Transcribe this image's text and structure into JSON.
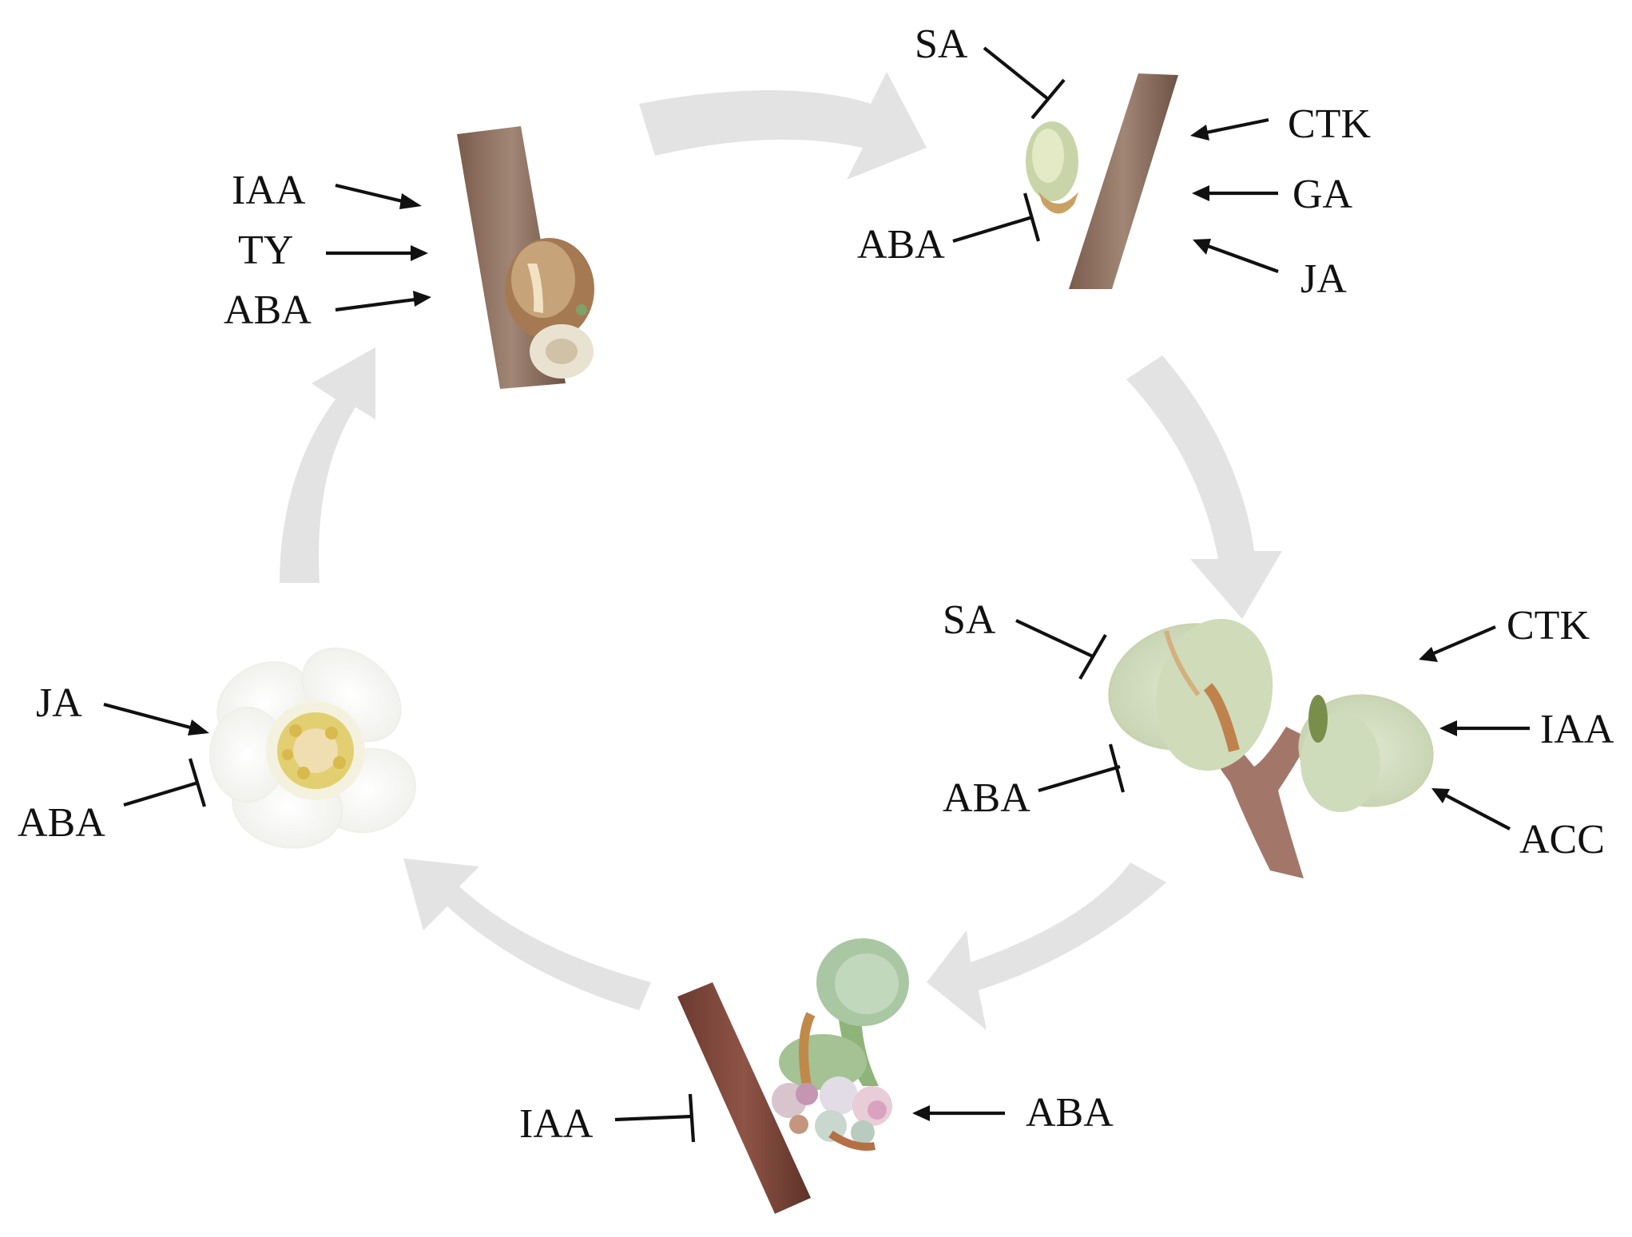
{
  "stages": [
    {
      "id": "dormant-bud",
      "image": "dormant-bud-photo",
      "regulators": [
        {
          "label": "IAA",
          "effect": "promote"
        },
        {
          "label": "TY",
          "effect": "promote"
        },
        {
          "label": "ABA",
          "effect": "promote"
        }
      ]
    },
    {
      "id": "swelling-bud",
      "image": "swelling-bud-photo",
      "regulators": [
        {
          "label": "SA",
          "effect": "inhibit"
        },
        {
          "label": "ABA",
          "effect": "inhibit"
        },
        {
          "label": "CTK",
          "effect": "promote"
        },
        {
          "label": "GA",
          "effect": "promote"
        },
        {
          "label": "JA",
          "effect": "promote"
        }
      ]
    },
    {
      "id": "leaf-emergence",
      "image": "leafing-shoot-photo",
      "regulators": [
        {
          "label": "SA",
          "effect": "inhibit"
        },
        {
          "label": "ABA",
          "effect": "inhibit"
        },
        {
          "label": "CTK",
          "effect": "promote"
        },
        {
          "label": "IAA",
          "effect": "promote"
        },
        {
          "label": "ACC",
          "effect": "promote"
        }
      ]
    },
    {
      "id": "flower-bud",
      "image": "flower-bud-cluster-photo",
      "regulators": [
        {
          "label": "IAA",
          "effect": "inhibit"
        },
        {
          "label": "ABA",
          "effect": "promote"
        }
      ]
    },
    {
      "id": "open-flower",
      "image": "open-flower-photo",
      "regulators": [
        {
          "label": "JA",
          "effect": "promote"
        },
        {
          "label": "ABA",
          "effect": "inhibit"
        }
      ]
    }
  ],
  "cycle_arrow_color": "#e3e3e3"
}
